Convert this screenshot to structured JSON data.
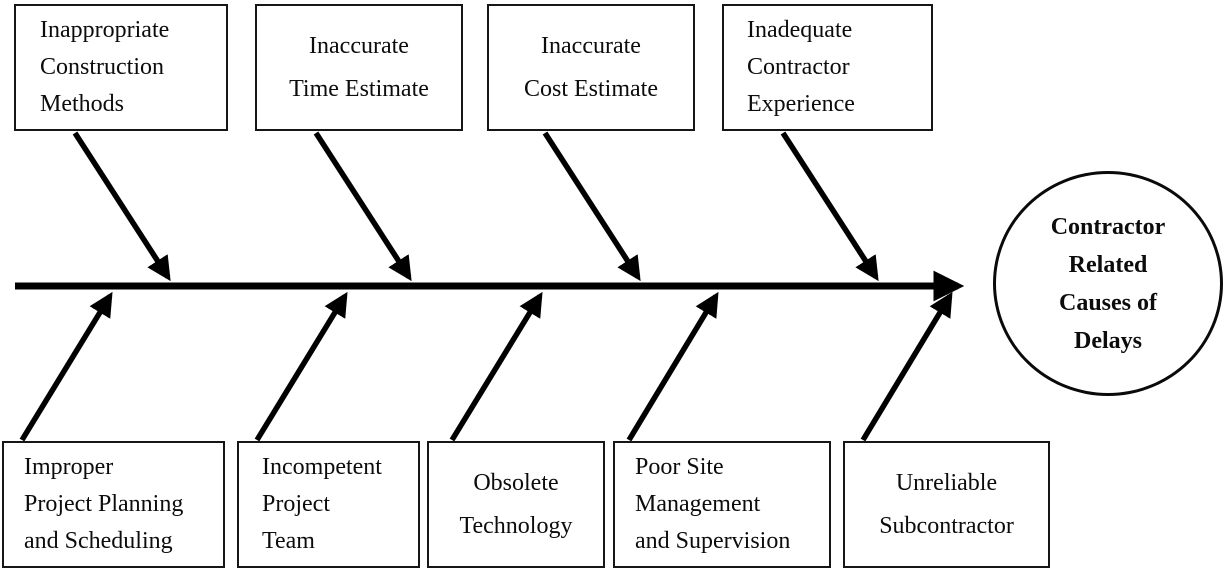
{
  "diagram": {
    "title": "Contractor Related Causes of Delays fishbone diagram",
    "effect": {
      "lines": [
        "Contractor",
        "Related",
        "Causes of",
        "Delays"
      ]
    },
    "top_causes": [
      {
        "lines": [
          "Inappropriate",
          "Construction",
          "Methods"
        ]
      },
      {
        "lines": [
          "Inaccurate",
          "Time Estimate"
        ]
      },
      {
        "lines": [
          "Inaccurate",
          "Cost Estimate"
        ]
      },
      {
        "lines": [
          "Inadequate",
          "Contractor",
          "Experience"
        ]
      }
    ],
    "bottom_causes": [
      {
        "lines": [
          "Improper",
          "Project Planning",
          "and Scheduling"
        ]
      },
      {
        "lines": [
          "Incompetent",
          "Project",
          "Team"
        ]
      },
      {
        "lines": [
          "Obsolete",
          "Technology"
        ]
      },
      {
        "lines": [
          "Poor Site",
          "Management",
          "and Supervision"
        ]
      },
      {
        "lines": [
          "Unreliable",
          "Subcontractor"
        ]
      }
    ],
    "colors": {
      "line": "#000000",
      "background": "#ffffff",
      "text": "#0c0c0c"
    }
  }
}
